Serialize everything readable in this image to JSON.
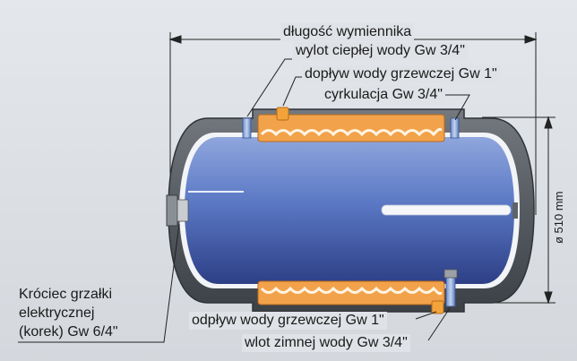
{
  "labels": {
    "length": "długość wymiennika",
    "hot_outlet": "wylot ciepłej wody Gw 3/4\"",
    "heating_inlet": "dopływ wody grzewczej Gw 1\"",
    "circulation": "cyrkulacja Gw 3/4\"",
    "heater_line1": "Króciec grzałki",
    "heater_line2": "elektrycznej",
    "heater_line3": "(korek) Gw 6/4\"",
    "heating_outlet": "odpływ wody grzewczej Gw 1\"",
    "cold_inlet": "wlot zimnej wody Gw 3/4\"",
    "diameter": "ø 510 mm"
  },
  "colors": {
    "tank_blue": "#5a78c4",
    "jacket_gray": "#555b61",
    "coil_orange": "#f2a24a",
    "connector_blue": "#8fb0df"
  }
}
